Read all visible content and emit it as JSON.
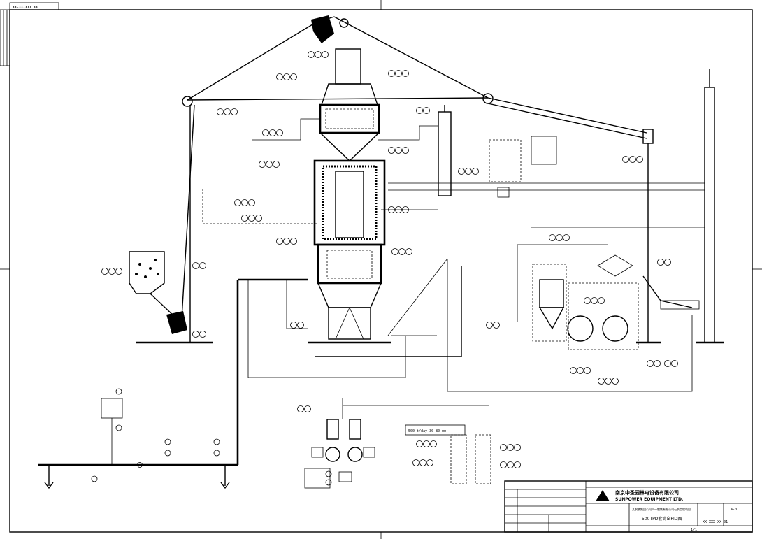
{
  "drawing": {
    "top_left_code": "XX-XX-XXX XX",
    "rate_note": "500 t/day  30-80 mm"
  },
  "title_block": {
    "company_cn": "南京中圣园林电设备有限公司",
    "company_en": "SUNPOWER EQUIPMENT LTD.",
    "project": "某钢铁集团公司八一钢铁有限公司石灰工程项目",
    "drawing_title": "500TPD套筒窑PID图",
    "scale": "A-0",
    "drawing_no": "XX XXX-XX-01",
    "sheet": "1/1"
  }
}
